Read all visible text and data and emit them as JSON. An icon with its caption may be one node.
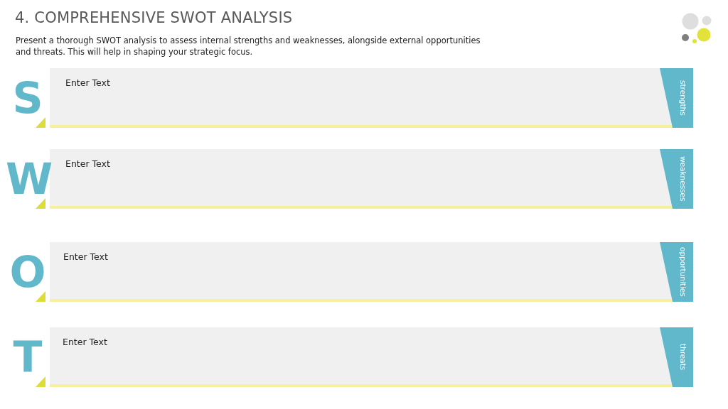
{
  "diagram": {
    "title": "4. COMPREHENSIVE SWOT ANALYSIS",
    "nodes": [
      {
        "text": [
          "Enter Text"
        ],
        "beside": [
          "S"
        ]
      },
      {
        "text": [
          "strengths"
        ]
      },
      {
        "text": [
          "Enter Text"
        ],
        "beside": [
          "W"
        ]
      },
      {
        "text": [
          "weaknesses"
        ]
      },
      {
        "text": [
          "Enter Text"
        ],
        "beside": [
          "O"
        ]
      },
      {
        "text": [
          "opportunities"
        ]
      },
      {
        "text": [
          "Enter Text"
        ],
        "beside": [
          "T"
        ]
      },
      {
        "text": [
          "threats"
        ]
      }
    ],
    "labels": [
      "Present a thorough SWOT analysis to assess internal strengths and weaknesses, alongside external opportunities and threats. This will help in shaping your strategic focus."
    ]
  }
}
